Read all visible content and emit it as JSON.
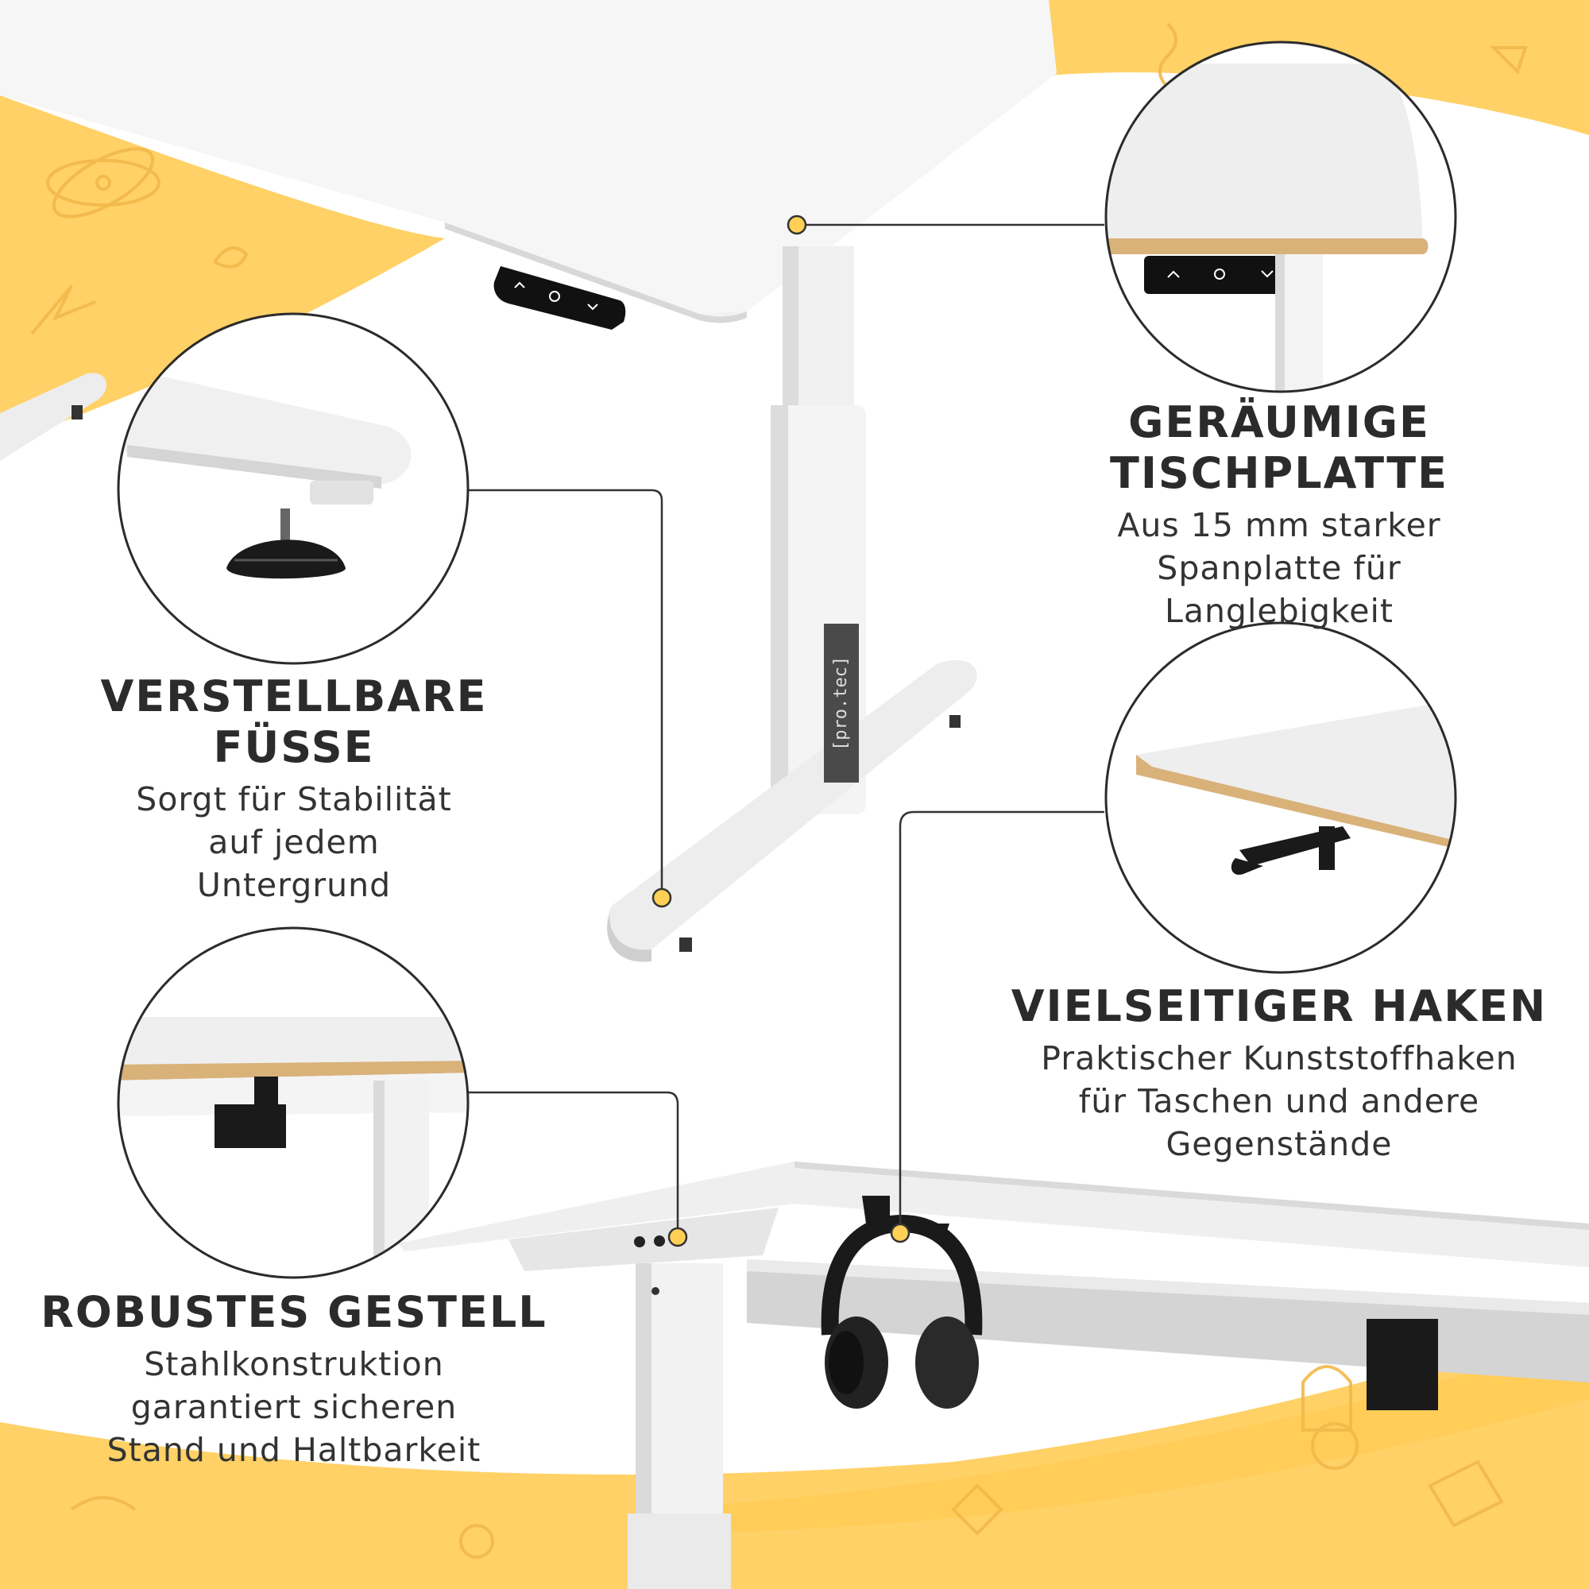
{
  "features": {
    "tabletop": {
      "title": "GERÄUMIGE TISCHPLATTE",
      "lines": [
        "Aus 15 mm starker",
        "Spanplatte für",
        "Langlebigkeit"
      ]
    },
    "feet": {
      "title": "VERSTELLBARE FÜßE",
      "lines": [
        "Sorgt für Stabilität",
        "auf jedem",
        "Untergrund"
      ]
    },
    "hook": {
      "title": "VIELSEITIGER HAKEN",
      "lines": [
        "Praktischer Kunststoffhaken",
        "für Taschen und andere",
        "Gegenstände"
      ]
    },
    "frame": {
      "title": "ROBUSTES GESTELL",
      "lines": [
        "Stahlkonstruktion",
        "garantiert sicheren",
        "Stand und Haltbarkeit"
      ]
    }
  },
  "brand_label": "[pro.tec]",
  "control_panel": {
    "icons": [
      "chevron-up-icon",
      "power-icon",
      "chevron-down-icon"
    ]
  },
  "colors": {
    "accent_yellow": "#FFD166",
    "marker_yellow": "#FFD055",
    "desk_white": "#F4F4F4",
    "wood_edge": "#D9B27A",
    "text_dark": "#2B2B2B"
  }
}
